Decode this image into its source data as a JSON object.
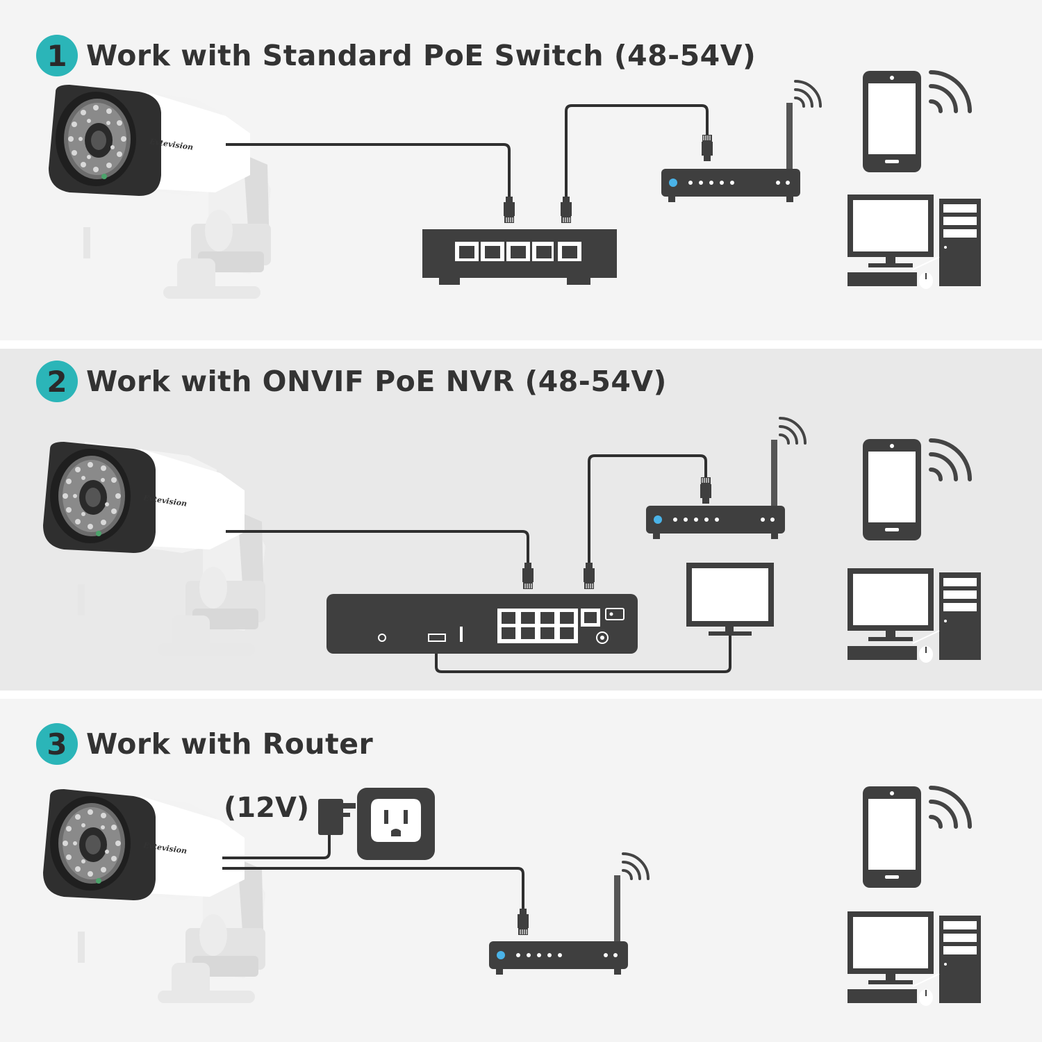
{
  "sections": [
    {
      "number": "1",
      "title": "Work with Standard PoE Switch (48-54V)"
    },
    {
      "number": "2",
      "title": "Work with ONVIF PoE NVR (48-54V)"
    },
    {
      "number": "3",
      "title": "Work with Router"
    }
  ],
  "camera_brand": "Evtevision",
  "power_label": "(12V)",
  "colors": {
    "accent": "#2bb5b8",
    "device": "#3f3f3f",
    "led": "#4ab3e8",
    "text": "#333333"
  },
  "icons": [
    "camera-icon",
    "poe-switch-icon",
    "router-icon",
    "phone-icon",
    "desktop-computer-icon",
    "nvr-icon",
    "monitor-icon",
    "power-adapter-icon",
    "wall-outlet-icon",
    "wifi-signal-icon",
    "ethernet-plug-icon"
  ]
}
